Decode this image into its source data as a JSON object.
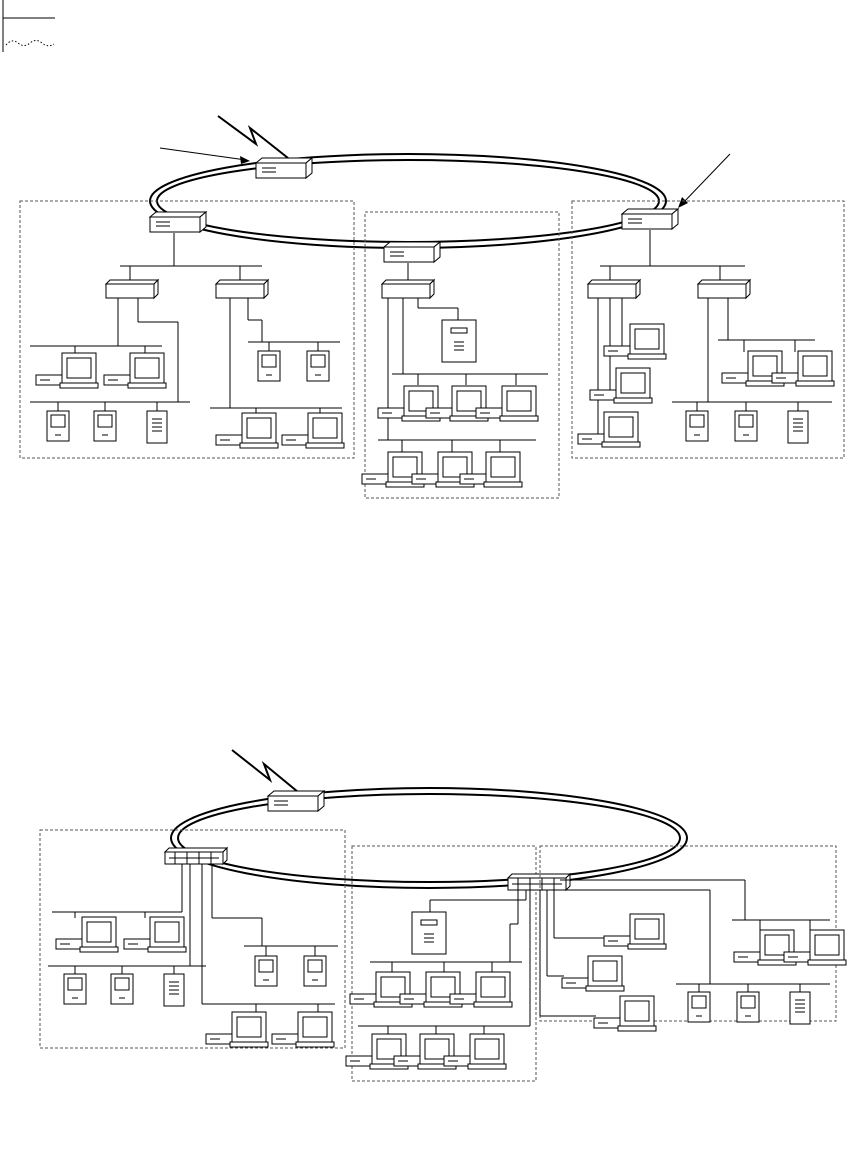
{
  "header": {
    "marker_icon": "dotted-page-marker-icon"
  },
  "figures": [
    {
      "id": "fddi-ring-with-routers",
      "nodes": {
        "lan-segments": 3,
        "icon": "network-device-icon"
      }
    },
    {
      "id": "fddi-ring-with-concentrators",
      "nodes": {
        "lan-segments": 3,
        "icon": "network-device-icon"
      }
    }
  ],
  "colors": {
    "line": "#000000",
    "dashed_border": "#555555",
    "background": "#ffffff"
  }
}
